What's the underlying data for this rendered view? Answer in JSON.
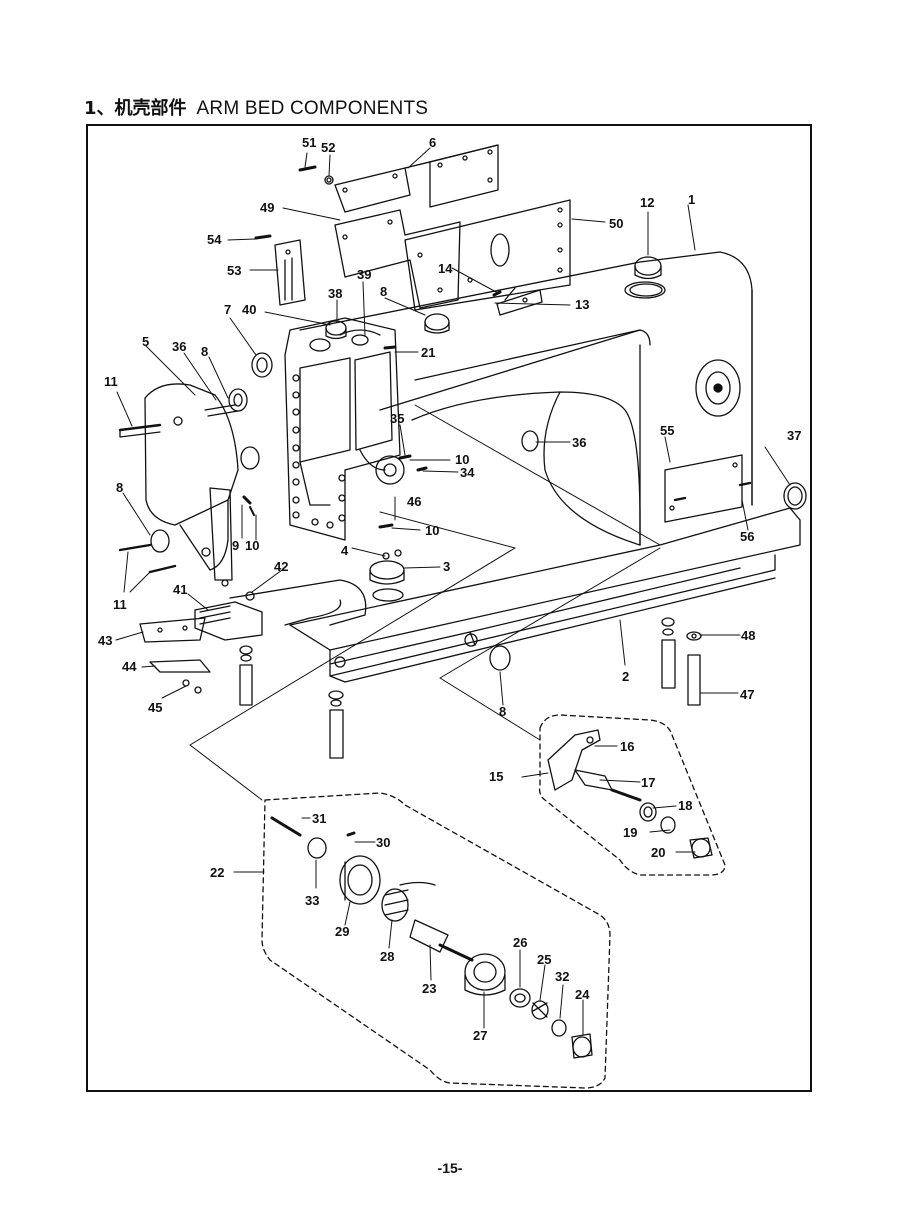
{
  "title": {
    "index": "1、",
    "chinese": "机壳部件",
    "english": "ARM BED COMPONENTS"
  },
  "callouts": {
    "c1": "1",
    "c2": "2",
    "c3": "3",
    "c4": "4",
    "c5": "5",
    "c6": "6",
    "c7": "7",
    "c8a": "8",
    "c8b": "8",
    "c8c": "8",
    "c8d": "8",
    "c9": "9",
    "c10a": "10",
    "c10b": "10",
    "c10c": "10",
    "c11a": "11",
    "c11b": "11",
    "c12": "12",
    "c13": "13",
    "c14": "14",
    "c15": "15",
    "c16": "16",
    "c17": "17",
    "c18": "18",
    "c19": "19",
    "c20": "20",
    "c21": "21",
    "c22": "22",
    "c23": "23",
    "c24": "24",
    "c25": "25",
    "c26": "26",
    "c27": "27",
    "c28": "28",
    "c29": "29",
    "c30": "30",
    "c31": "31",
    "c32": "32",
    "c33": "33",
    "c34": "34",
    "c35": "35",
    "c36a": "36",
    "c36b": "36",
    "c37": "37",
    "c38": "38",
    "c39": "39",
    "c40": "40",
    "c41": "41",
    "c42": "42",
    "c43": "43",
    "c44": "44",
    "c45": "45",
    "c46": "46",
    "c47": "47",
    "c48": "48",
    "c49": "49",
    "c50": "50",
    "c51": "51",
    "c52": "52",
    "c53": "53",
    "c54": "54",
    "c55": "55",
    "c56": "56"
  },
  "page_number": "-15-"
}
